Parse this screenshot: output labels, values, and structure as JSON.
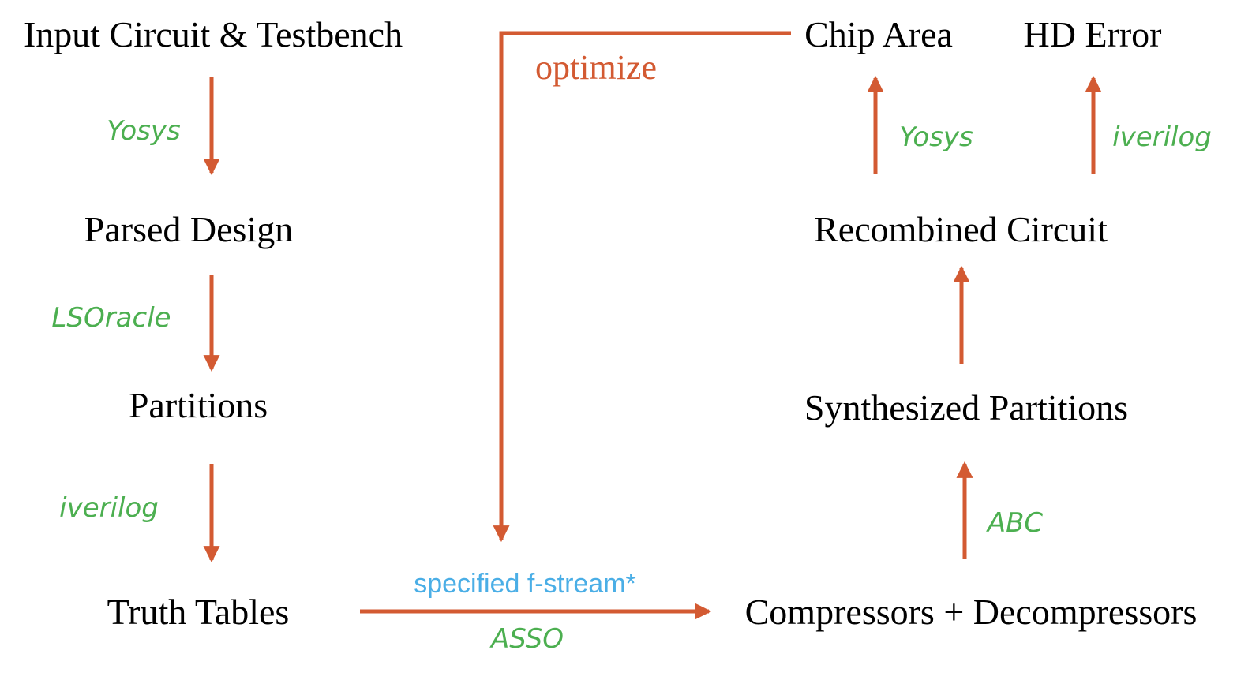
{
  "colors": {
    "arrow": "#D35A32",
    "tool_text": "#4CAF50",
    "optimize_text": "#D35A32",
    "stream_text": "#4AAEE6",
    "node_text": "#000000"
  },
  "nodes": {
    "input": "Input Circuit & Testbench",
    "parsed": "Parsed Design",
    "partitions": "Partitions",
    "truth_tables": "Truth Tables",
    "compressors": "Compressors + Decompressors",
    "synthesized": "Synthesized Partitions",
    "recombined": "Recombined Circuit",
    "chip_area": "Chip Area",
    "hd_error": "HD Error"
  },
  "tools": {
    "input_to_parsed": "Yosys",
    "parsed_to_partitions": "LSOracle",
    "partitions_to_truth": "iverilog",
    "truth_to_compressors": "ASSO",
    "compressors_to_synth": "ABC",
    "recombined_to_area": "Yosys",
    "recombined_to_error": "iverilog"
  },
  "labels": {
    "optimize": "optimize",
    "stream": "specified f-stream*"
  }
}
